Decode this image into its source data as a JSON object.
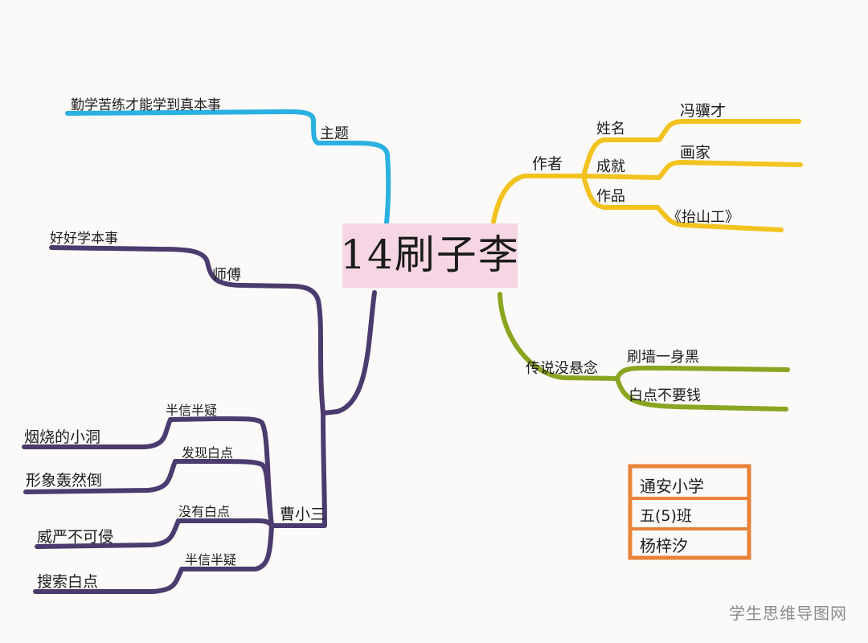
{
  "colors": {
    "theme_branch": "#2bb0e2",
    "author_branch": "#f2c21f",
    "legend_branch": "#8aa521",
    "character_branch": "#4b3b6e",
    "center_box": "#f6d6e4",
    "signature_box": "#e8833a"
  },
  "center": {
    "title": "14刷子李"
  },
  "theme": {
    "label": "主题",
    "detail": "勤学苦练才能学到真本事"
  },
  "author": {
    "label": "作者",
    "items": [
      {
        "label": "姓名",
        "value": "冯骥才"
      },
      {
        "label": "成就",
        "value": "画家"
      },
      {
        "label": "作品",
        "value": "《抬山工》"
      }
    ]
  },
  "legend": {
    "label": "传说没悬念",
    "items": [
      "刷墙一身黑",
      "白点不要钱"
    ]
  },
  "master": {
    "label": "师傅",
    "detail": "好好学本事"
  },
  "cao": {
    "label": "曹小三",
    "items": [
      {
        "label": "半信半疑",
        "detail": "烟烧的小洞"
      },
      {
        "label": "发现白点",
        "detail": "形象轰然倒"
      },
      {
        "label": "没有白点",
        "detail": "威严不可侵"
      },
      {
        "label": "半信半疑",
        "detail": "搜索白点"
      }
    ]
  },
  "signature": {
    "school": "通安小学",
    "class": "五(5)班",
    "name": "杨梓汐"
  },
  "watermark": "学生思维导图网"
}
